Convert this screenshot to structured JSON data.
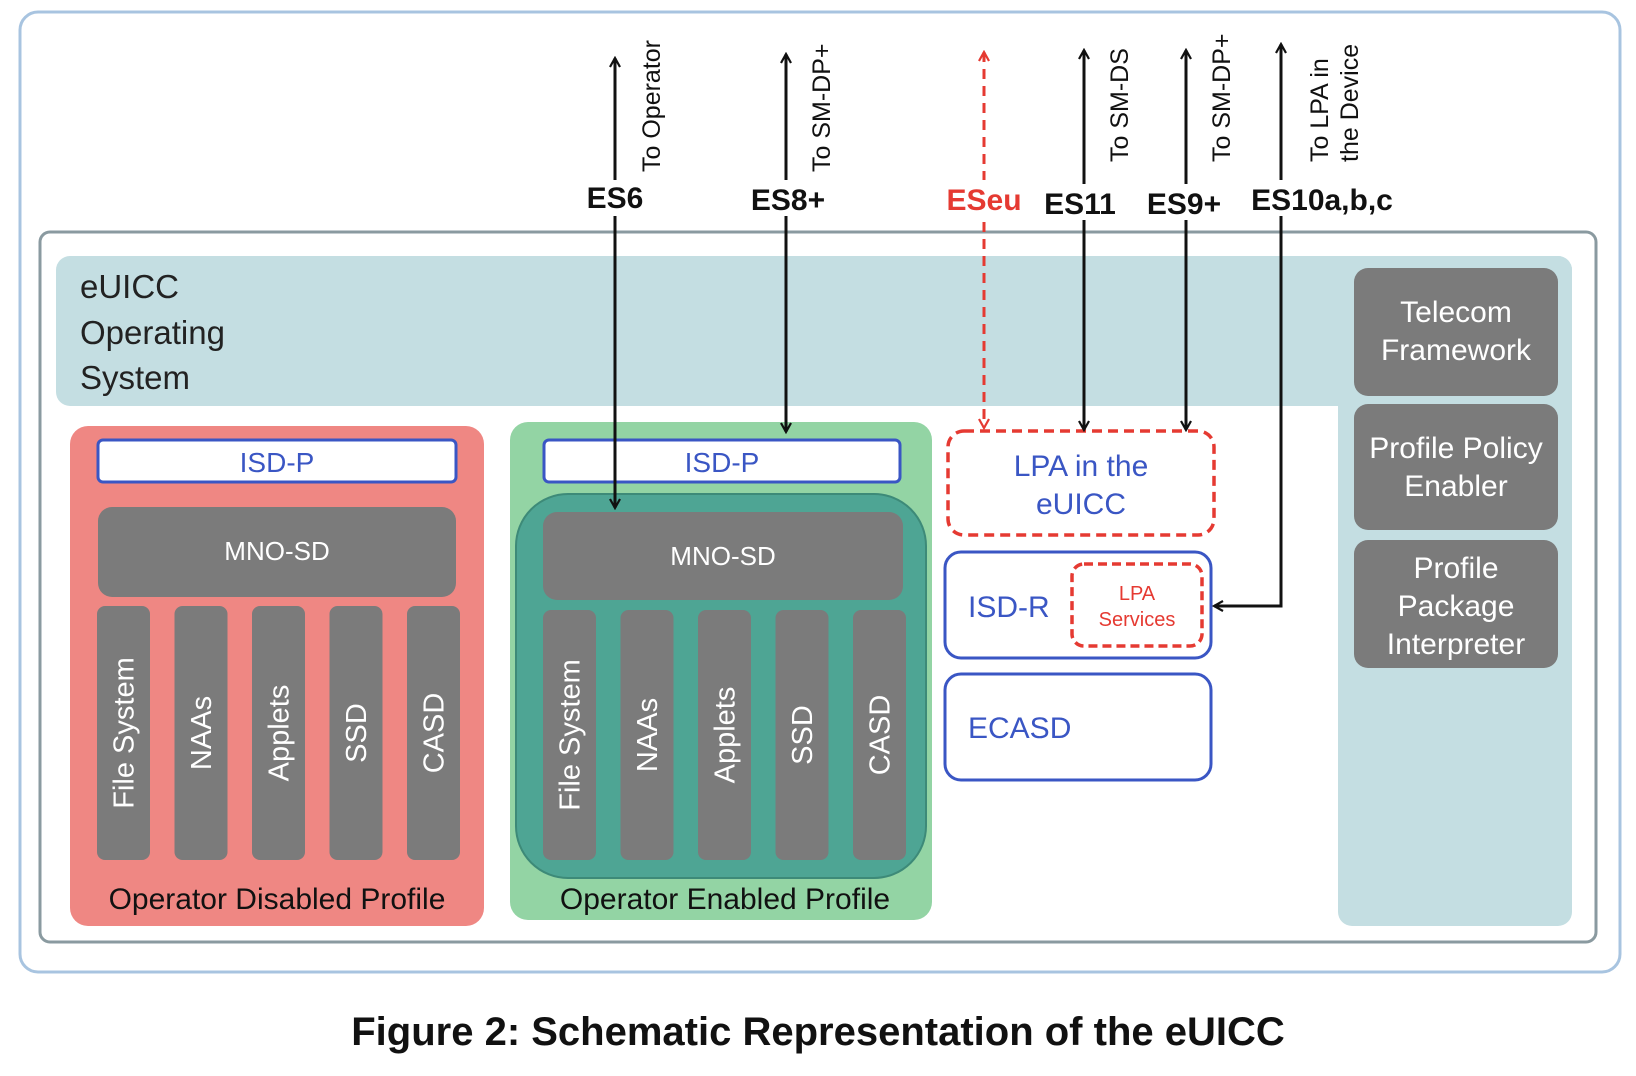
{
  "caption": "Figure 2: Schematic Representation of the eUICC",
  "os": {
    "line1": "eUICC",
    "line2": "Operating",
    "line3": "System"
  },
  "right_panel": [
    {
      "line1": "Telecom",
      "line2": "Framework"
    },
    {
      "line1": "Profile Policy",
      "line2": "Enabler"
    },
    {
      "line1": "Profile",
      "line2": "Package",
      "line3": "Interpreter"
    }
  ],
  "disabled_profile": {
    "label": "Operator Disabled Profile",
    "isdp": "ISD-P",
    "mno": "MNO-SD",
    "columns": [
      "File System",
      "NAAs",
      "Applets",
      "SSD",
      "CASD"
    ]
  },
  "enabled_profile": {
    "label": "Operator Enabled Profile",
    "isdp": "ISD-P",
    "mno": "MNO-SD",
    "columns": [
      "File System",
      "NAAs",
      "Applets",
      "SSD",
      "CASD"
    ]
  },
  "lpa_euicc": {
    "line1": "LPA in the",
    "line2": "eUICC"
  },
  "isdr": {
    "label": "ISD-R",
    "lpa1": "LPA",
    "lpa2": "Services"
  },
  "ecasd": "ECASD",
  "interfaces": {
    "es6": {
      "name": "ES6",
      "to": "To Operator"
    },
    "es8": {
      "name": "ES8+",
      "to": "To SM-DP+"
    },
    "eseu": {
      "name": "ESeu"
    },
    "es11": {
      "name": "ES11",
      "to": "To SM-DS"
    },
    "es9": {
      "name": "ES9+",
      "to": "To SM-DP+"
    },
    "es10": {
      "name": "ES10a,b,c",
      "to1": "To LPA in",
      "to2": "the Device"
    }
  },
  "colors": {
    "frame": "#a8c4e0",
    "inner_frame": "#8a9aa0",
    "os_band": "#c4dee2",
    "disabled": "#ef8783",
    "enabled": "#93d4a4",
    "enabled_inner": "#4ea594",
    "dark_box": "#7b7b7b",
    "blue": "#3a56c4",
    "red": "#e53a32"
  }
}
